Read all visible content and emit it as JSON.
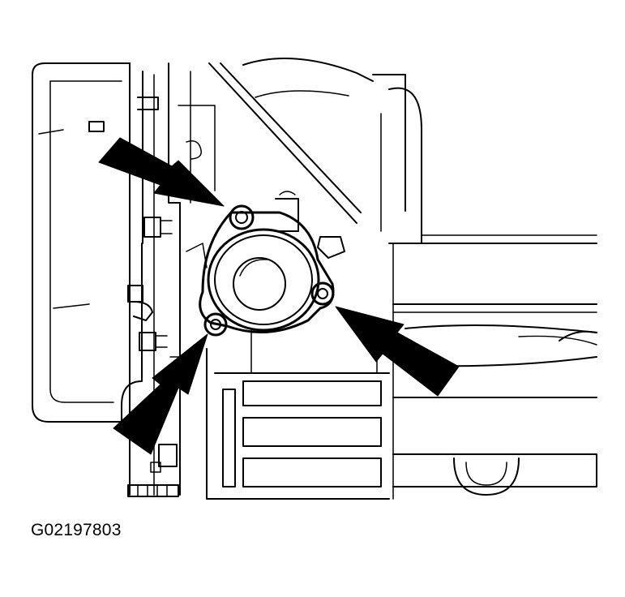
{
  "figure": {
    "id_label": "G02197803",
    "colors": {
      "ink": "#000000",
      "paper": "#ffffff"
    }
  },
  "callouts": [
    {
      "name": "upper-left-bolt-arrow",
      "points_to": "upper-bolt"
    },
    {
      "name": "lower-left-bolt-arrow",
      "points_to": "lower-bolt"
    },
    {
      "name": "right-bolt-arrow",
      "points_to": "right-bolt"
    }
  ]
}
